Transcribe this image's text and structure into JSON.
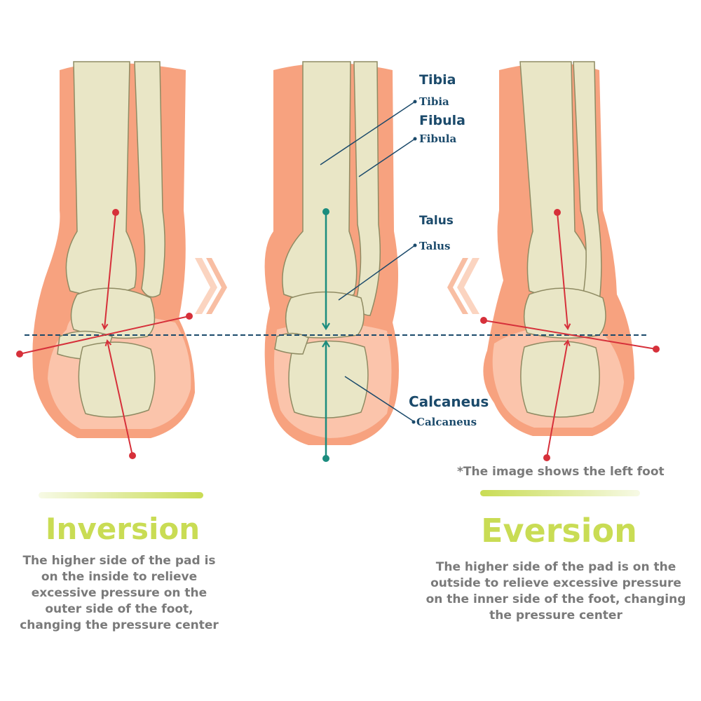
{
  "labels": {
    "tibia": "Tibia",
    "tibia_dup": "Tibia",
    "fibula": "Fibula",
    "fibula_dup": "Fibula",
    "talus": "Talus",
    "talus_dup": "Talus",
    "calcaneus": "Calcaneus",
    "calcaneus_dup": "Calcaneus"
  },
  "note": "*The image shows the left foot",
  "inversion": {
    "title": "Inversion",
    "lines": [
      "The higher side of the pad is",
      "on the inside to relieve",
      "excessive pressure on the",
      "outer side of the foot,",
      "changing the pressure center"
    ]
  },
  "eversion": {
    "title": "Eversion",
    "lines": [
      "The higher side of the pad is on the",
      "outside to relieve excessive pressure",
      "on the inner side of the foot, changing",
      "the pressure center"
    ]
  },
  "colors": {
    "skin": "#f7a27f",
    "skin_light": "#fbcdb6",
    "bone": "#e9e6c6",
    "bone_outline": "#8f8b63",
    "red_axis": "#d6303a",
    "teal_axis": "#1b8c7e",
    "baseline": "#1b4a6b",
    "accent": "#c9dc54",
    "text_gray": "#7a7a7a"
  }
}
